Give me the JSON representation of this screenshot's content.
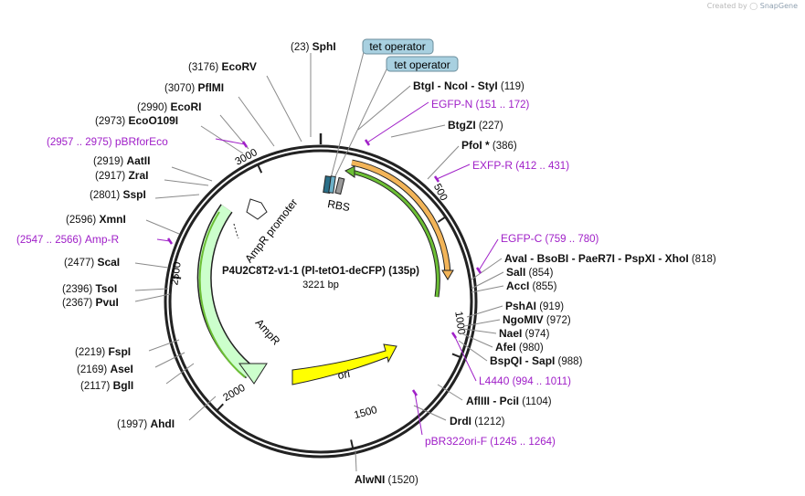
{
  "app": {
    "credit_prefix": "Created by",
    "credit_brand": "SnapGene"
  },
  "map": {
    "name": "P4U2C8T2-v1-1 (Pl-tetO1-deCFP) (135p)",
    "length_label": "3221 bp",
    "total_bp": 3221,
    "tick_labels": [
      "500",
      "1000",
      "1500",
      "2000",
      "2500",
      "3000"
    ]
  },
  "enzymes": [
    {
      "id": "sphi",
      "parts": [
        {
          "pos": "(23)"
        },
        {
          "name": "SphI"
        }
      ]
    },
    {
      "id": "ecorv",
      "parts": [
        {
          "pos": "(3176)"
        },
        {
          "name": "EcoRV"
        }
      ]
    },
    {
      "id": "pfmli",
      "parts": [
        {
          "pos": "(3070)"
        },
        {
          "name": "PflMI"
        }
      ]
    },
    {
      "id": "ecori",
      "parts": [
        {
          "pos": "(2990)"
        },
        {
          "name": "EcoRI"
        }
      ]
    },
    {
      "id": "ecoo109i",
      "parts": [
        {
          "pos": "(2973)"
        },
        {
          "name": "EcoO109I"
        }
      ]
    },
    {
      "id": "aatii",
      "parts": [
        {
          "pos": "(2919)"
        },
        {
          "name": "AatII"
        }
      ]
    },
    {
      "id": "zrai",
      "parts": [
        {
          "pos": "(2917)"
        },
        {
          "name": "ZraI"
        }
      ]
    },
    {
      "id": "sspi",
      "parts": [
        {
          "pos": "(2801)"
        },
        {
          "name": "SspI"
        }
      ]
    },
    {
      "id": "xmni",
      "parts": [
        {
          "pos": "(2596)"
        },
        {
          "name": "XmnI"
        }
      ]
    },
    {
      "id": "scai",
      "parts": [
        {
          "pos": "(2477)"
        },
        {
          "name": "ScaI"
        }
      ]
    },
    {
      "id": "tsoi",
      "parts": [
        {
          "pos": "(2396)"
        },
        {
          "name": "TsoI"
        }
      ]
    },
    {
      "id": "pvui",
      "parts": [
        {
          "pos": "(2367)"
        },
        {
          "name": "PvuI"
        }
      ]
    },
    {
      "id": "fspi",
      "parts": [
        {
          "pos": "(2219)"
        },
        {
          "name": "FspI"
        }
      ]
    },
    {
      "id": "asei",
      "parts": [
        {
          "pos": "(2169)"
        },
        {
          "name": "AseI"
        }
      ]
    },
    {
      "id": "bgli",
      "parts": [
        {
          "pos": "(2117)"
        },
        {
          "name": "BglI"
        }
      ]
    },
    {
      "id": "ahdi",
      "parts": [
        {
          "pos": "(1997)"
        },
        {
          "name": "AhdI"
        }
      ]
    },
    {
      "id": "alwni",
      "parts": [
        {
          "name": "AlwNI"
        },
        {
          "pos": "(1520)"
        }
      ]
    },
    {
      "id": "drdi",
      "parts": [
        {
          "name": "DrdI"
        },
        {
          "pos": "(1212)"
        }
      ]
    },
    {
      "id": "afliii-pcii",
      "parts": [
        {
          "name": "AflIII"
        },
        {
          "sep": " - "
        },
        {
          "name": "PciI"
        },
        {
          "pos": "(1104)"
        }
      ]
    },
    {
      "id": "bspqi-sapi",
      "parts": [
        {
          "name": "BspQI"
        },
        {
          "sep": " - "
        },
        {
          "name": "SapI"
        },
        {
          "pos": "(988)"
        }
      ]
    },
    {
      "id": "afei",
      "parts": [
        {
          "name": "AfeI"
        },
        {
          "pos": "(980)"
        }
      ]
    },
    {
      "id": "naei",
      "parts": [
        {
          "name": "NaeI"
        },
        {
          "pos": "(974)"
        }
      ]
    },
    {
      "id": "ngomiv",
      "parts": [
        {
          "name": "NgoMIV"
        },
        {
          "pos": "(972)"
        }
      ]
    },
    {
      "id": "pshai",
      "parts": [
        {
          "name": "PshAI"
        },
        {
          "pos": "(919)"
        }
      ]
    },
    {
      "id": "acci",
      "parts": [
        {
          "name": "AccI"
        },
        {
          "pos": "(855)"
        }
      ]
    },
    {
      "id": "sali",
      "parts": [
        {
          "name": "SalI"
        },
        {
          "pos": "(854)"
        }
      ]
    },
    {
      "id": "avai-group",
      "parts": [
        {
          "name": "AvaI"
        },
        {
          "sep": " - "
        },
        {
          "name": "BsoBI"
        },
        {
          "sep": " - "
        },
        {
          "name": "PaeR7I"
        },
        {
          "sep": " - "
        },
        {
          "name": "PspXI"
        },
        {
          "sep": " - "
        },
        {
          "name": "XhoI"
        },
        {
          "pos": "(818)"
        }
      ]
    },
    {
      "id": "pfoi",
      "parts": [
        {
          "name": "PfoI *"
        },
        {
          "pos": "(386)"
        }
      ]
    },
    {
      "id": "btgzi",
      "parts": [
        {
          "name": "BtgZI"
        },
        {
          "pos": "(227)"
        }
      ]
    },
    {
      "id": "btgi-group",
      "parts": [
        {
          "name": "BtgI"
        },
        {
          "sep": " - "
        },
        {
          "name": "NcoI"
        },
        {
          "sep": " - "
        },
        {
          "name": "StyI"
        },
        {
          "pos": "(119)"
        }
      ]
    }
  ],
  "primers": [
    {
      "id": "pbrforeco",
      "name": "pBRforEco",
      "range": "(2957 .. 2975)"
    },
    {
      "id": "amp-r",
      "name": "Amp-R",
      "range": "(2547 .. 2566)"
    },
    {
      "id": "egfp-n",
      "name": "EGFP-N",
      "range": "(151 .. 172)"
    },
    {
      "id": "exfp-r",
      "name": "EXFP-R",
      "range": "(412 .. 431)"
    },
    {
      "id": "egfp-c",
      "name": "EGFP-C",
      "range": "(759 .. 780)"
    },
    {
      "id": "l4440",
      "name": "L4440",
      "range": "(994 .. 1011)"
    },
    {
      "id": "pbr322ori-f",
      "name": "pBR322ori-F",
      "range": "(1245 .. 1264)"
    }
  ],
  "features": {
    "tet_operator_1": "tet operator",
    "tet_operator_2": "tet operator",
    "rbs": "RBS",
    "ampr_promoter": "AmpR promoter",
    "ampr": "AmpR",
    "ori": "ori"
  },
  "colors": {
    "primer": "#a020c8",
    "ampr": "#ccffcc",
    "ampr_stroke": "#2f8f2f",
    "ori": "#ffff00",
    "cds_orange": "#f0b050",
    "cds_green": "#66bb33",
    "tet_operator": "#a8d0e0"
  }
}
